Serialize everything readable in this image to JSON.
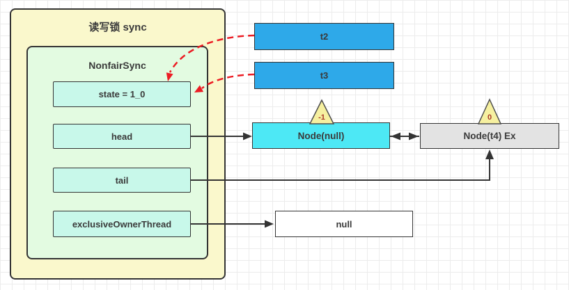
{
  "diagram": {
    "title": "读写锁 sync",
    "inner_title": "NonfairSync",
    "fields": [
      {
        "id": "state",
        "label": "state = 1_0"
      },
      {
        "id": "head",
        "label": "head"
      },
      {
        "id": "tail",
        "label": "tail"
      },
      {
        "id": "exclusiveOwnerThread",
        "label": "exclusiveOwnerThread"
      }
    ],
    "threads": [
      {
        "id": "t2",
        "label": "t2"
      },
      {
        "id": "t3",
        "label": "t3"
      }
    ],
    "nodes": [
      {
        "id": "node-null",
        "label": "Node(null)",
        "badge": "-1"
      },
      {
        "id": "node-t4",
        "label": "Node(t4) Ex",
        "badge": "0"
      }
    ],
    "null_value": {
      "label": "null"
    },
    "colors": {
      "outer_fill": "#FAF8CC",
      "inner_fill": "#E3FBE1",
      "field_fill": "#C8F8EA",
      "thread_fill": "#2EA9E9",
      "node_null_fill": "#4DE8F5",
      "node_t4_fill": "#E3E3E3",
      "null_fill": "#FFFFFF",
      "triangle_fill": "#F6F0A0",
      "badge_text": "#A9392A",
      "arrow": "#333333",
      "red_arrow": "#EC1C24"
    }
  }
}
